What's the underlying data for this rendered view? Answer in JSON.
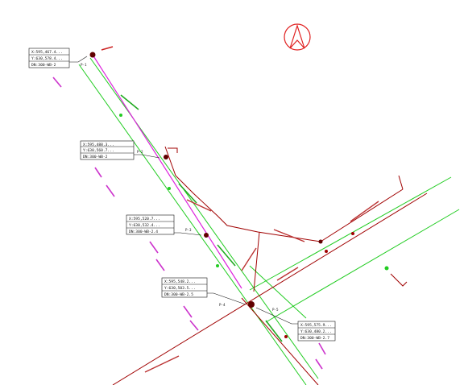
{
  "north_arrow": {
    "icon": "north-arrow-icon",
    "color": "#e02020"
  },
  "colors": {
    "main_line": "#22cc22",
    "red_pipe": "#a00000",
    "magenta_line": "#dd22dd",
    "callout_ink": "#111111"
  },
  "callouts": [
    {
      "lines": [
        "X:595,467.4...",
        "Y:630,578.4...",
        "DN:300-WB-2"
      ],
      "station": "P-1"
    },
    {
      "lines": [
        "X:595,488.3...",
        "Y:630,560.7...",
        "DN:300-WB-2"
      ],
      "station": "P-2"
    },
    {
      "lines": [
        "X:595,520.7...",
        "Y:630,532.4...",
        "DN:300-WB-2.4"
      ],
      "station": "P-3"
    },
    {
      "lines": [
        "X:595,548.2...",
        "Y:630,503.5...",
        "DN:300-WB-2.5"
      ],
      "station": "P-4"
    },
    {
      "lines": [
        "X:595,575.9...",
        "Y:630,480.2...",
        "DN:300-WB-2.7"
      ],
      "station": "P-5"
    }
  ]
}
